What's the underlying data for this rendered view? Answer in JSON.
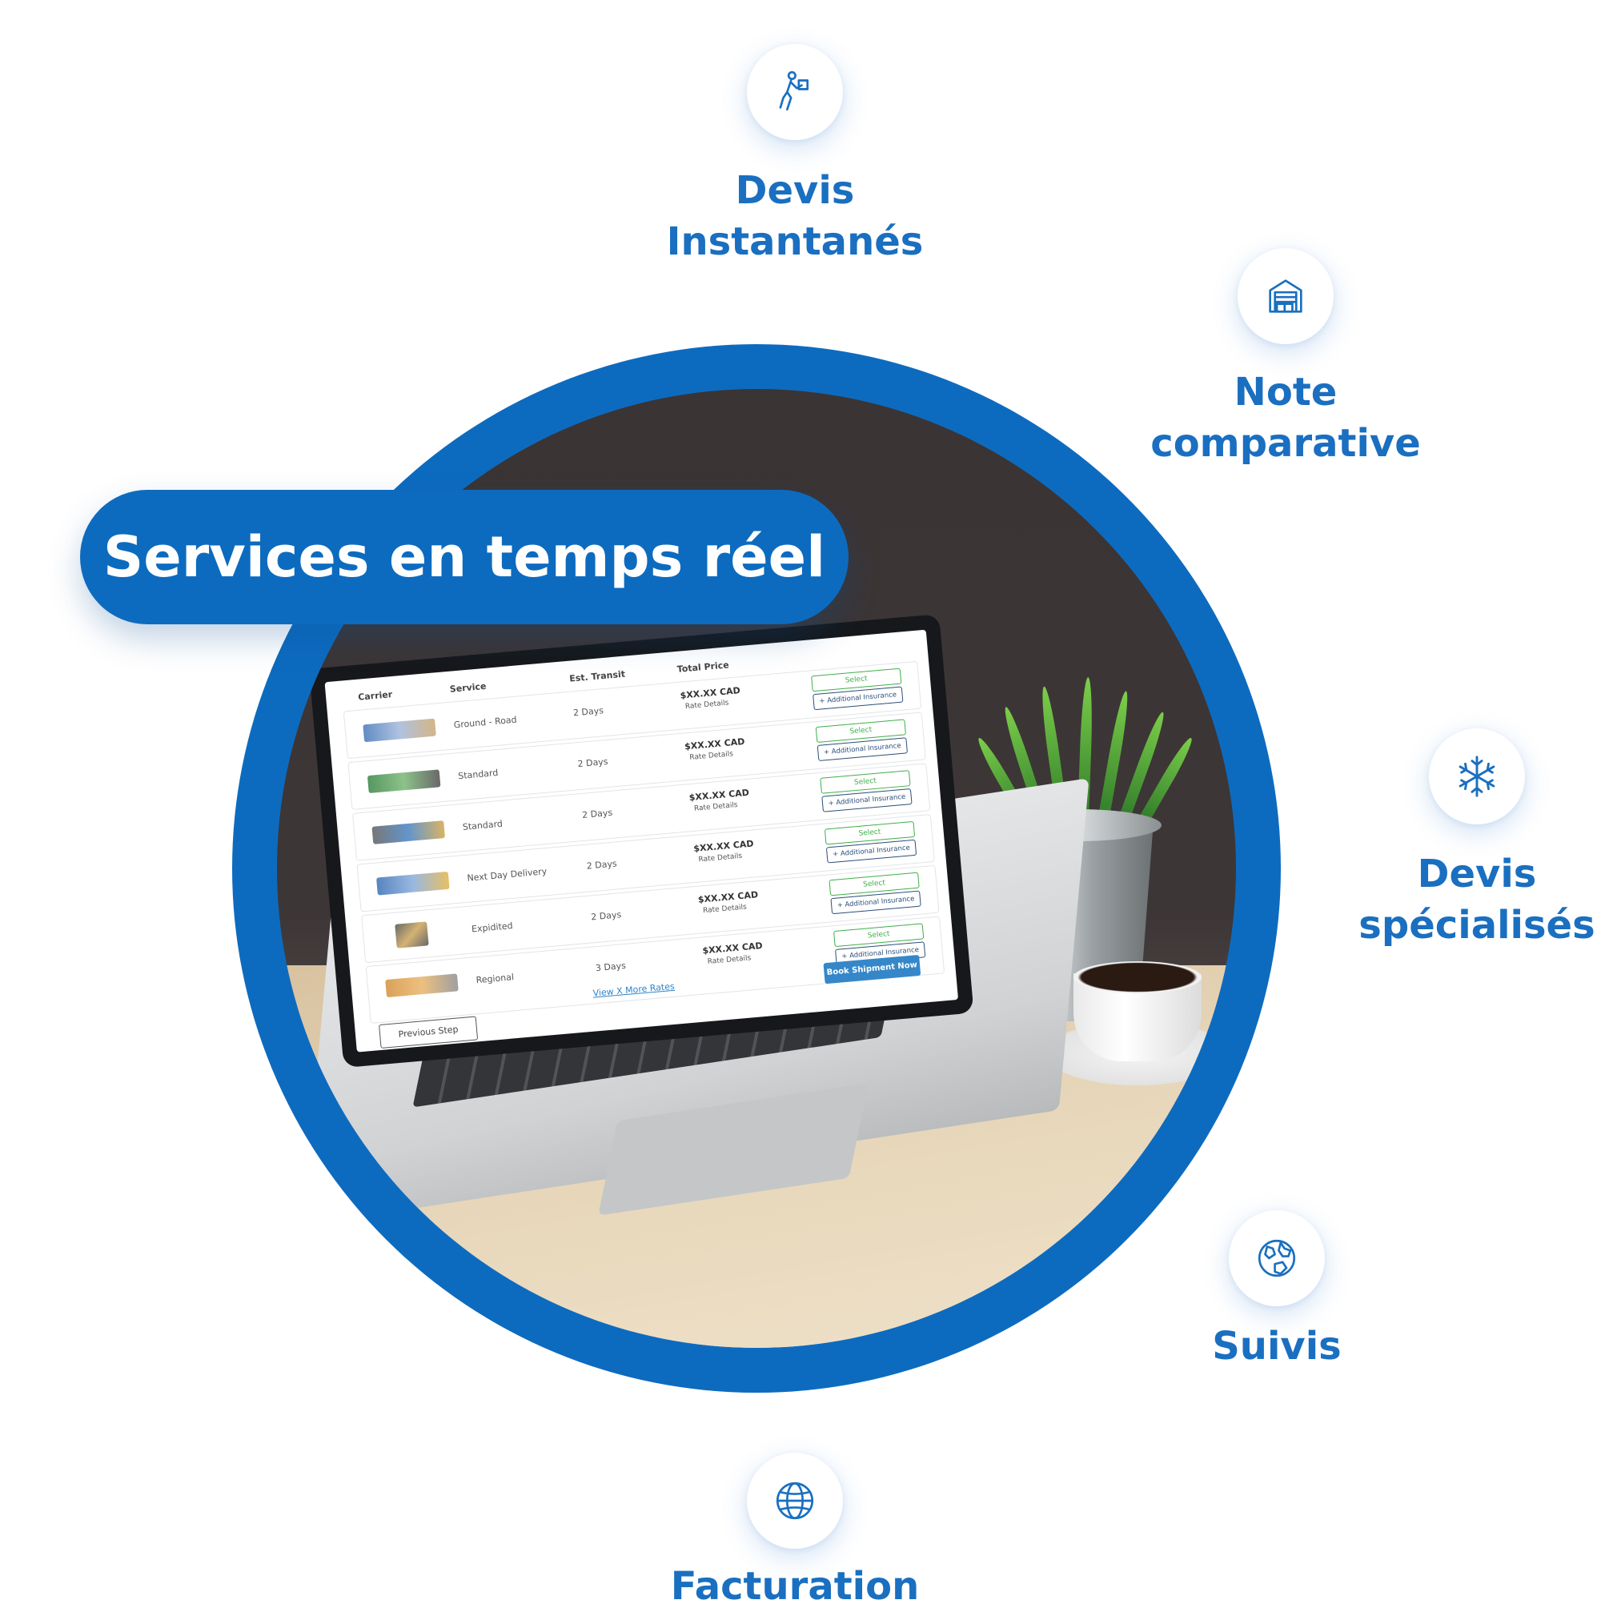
{
  "features": {
    "devis_instantanes": {
      "line1": "Devis",
      "line2": "Instantanés",
      "icon": "delivery-person-icon"
    },
    "note_comparative": {
      "line1": "Note",
      "line2": "comparative",
      "icon": "warehouse-icon"
    },
    "devis_specialises": {
      "line1": "Devis",
      "line2": "spécialisés",
      "icon": "snowflake-icon"
    },
    "suivis": {
      "line1": "Suivis",
      "icon": "earth-icon"
    },
    "facturation": {
      "line1": "Facturation",
      "icon": "globe-icon"
    }
  },
  "pill": {
    "title": "Services en temps réel"
  },
  "colors": {
    "brand": "#0d6bbf",
    "label": "#1a6fc0",
    "select": "#3fae49",
    "book": "#3587c9"
  },
  "table": {
    "headers": {
      "carrier": "Carrier",
      "service": "Service",
      "transit": "Est. Transit",
      "price": "Total Price"
    },
    "rows": [
      {
        "service": "Ground - Road",
        "transit": "2 Days",
        "price": "$XX.XX CAD",
        "details": "Rate Details",
        "select": "Select",
        "insurance": "+ Additional Insurance"
      },
      {
        "service": "Standard",
        "transit": "2 Days",
        "price": "$XX.XX CAD",
        "details": "Rate Details",
        "select": "Select",
        "insurance": "+ Additional Insurance"
      },
      {
        "service": "Standard",
        "transit": "2 Days",
        "price": "$XX.XX CAD",
        "details": "Rate Details",
        "select": "Select",
        "insurance": "+ Additional Insurance"
      },
      {
        "service": "Next Day Delivery",
        "transit": "2 Days",
        "price": "$XX.XX CAD",
        "details": "Rate Details",
        "select": "Select",
        "insurance": "+ Additional Insurance"
      },
      {
        "service": "Expidited",
        "transit": "2 Days",
        "price": "$XX.XX CAD",
        "details": "Rate Details",
        "select": "Select",
        "insurance": "+ Additional Insurance"
      },
      {
        "service": "Regional",
        "transit": "3 Days",
        "price": "$XX.XX CAD",
        "details": "Rate Details",
        "select": "Select",
        "insurance": "+ Additional Insurance"
      }
    ],
    "more_rates": "View X More Rates",
    "book": "Book Shipment Now",
    "previous": "Previous Step"
  }
}
